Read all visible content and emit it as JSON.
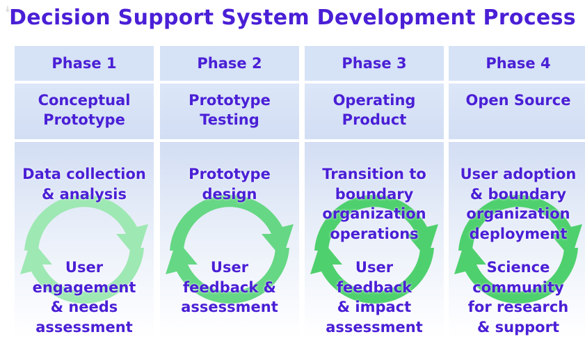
{
  "title": "Decision Support System Development Process",
  "phases": [
    {
      "phase": "Phase 1",
      "name_lines": [
        "Conceptual",
        "Prototype"
      ],
      "top_lines": [
        "Data collection",
        "& analysis"
      ],
      "bottom_lines": [
        "User",
        "engagement",
        "& needs",
        "assessment"
      ],
      "cycle_color": "#9ee8b3"
    },
    {
      "phase": "Phase 2",
      "name_lines": [
        "Prototype",
        "Testing"
      ],
      "top_lines": [
        "Prototype",
        "design"
      ],
      "bottom_lines": [
        "User",
        "feedback &",
        "assessment"
      ],
      "cycle_color": "#66d784"
    },
    {
      "phase": "Phase 3",
      "name_lines": [
        "Operating",
        "Product"
      ],
      "top_lines": [
        "Transition to",
        "boundary",
        "organization",
        "operations"
      ],
      "bottom_lines": [
        "User",
        "feedback",
        "& impact",
        "assessment"
      ],
      "cycle_color": "#4fd06e"
    },
    {
      "phase": "Phase 4",
      "name_lines": [
        "Open Source"
      ],
      "top_lines": [
        "User adoption",
        "& boundary",
        "organization",
        "deployment"
      ],
      "bottom_lines": [
        "Science",
        "community",
        "for research",
        "& support"
      ],
      "cycle_color": "#4fd06e"
    }
  ],
  "colors": {
    "text": "#4a1fd6",
    "header_fill": "#d6e2f6"
  }
}
